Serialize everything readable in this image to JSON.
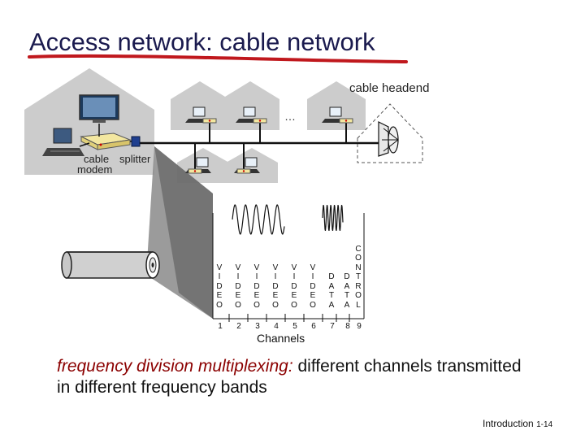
{
  "title": "Access network: cable network",
  "headend_label": "cable headend",
  "modem_label": [
    "cable",
    "modem"
  ],
  "splitter_label": "splitter",
  "ellipsis": "…",
  "channels": [
    {
      "letters": "VIDEO",
      "number": "1"
    },
    {
      "letters": "VIDEO",
      "number": "2"
    },
    {
      "letters": "VIDEO",
      "number": "3"
    },
    {
      "letters": "VIDEO",
      "number": "4"
    },
    {
      "letters": "VIDEO",
      "number": "5"
    },
    {
      "letters": "VIDEO",
      "number": "6"
    },
    {
      "letters": "DATA",
      "number": "7"
    },
    {
      "letters": "DATA",
      "number": "8"
    },
    {
      "letters": "CONTROL",
      "number": "9"
    }
  ],
  "channels_label": "Channels",
  "fdm_italic": "frequency division multiplexing:",
  "fdm_rest": " different channels transmitted",
  "fdm_line2": "in different frequency bands",
  "footer_text": "Introduction",
  "footer_page": "1-14",
  "colors": {
    "title": "#1a1a4e",
    "underline": "#c0181d",
    "house": "#c9c9c9",
    "modem": "#f3e7a0",
    "splitter": "#1f3f8f",
    "emphasis": "#8b0000"
  }
}
